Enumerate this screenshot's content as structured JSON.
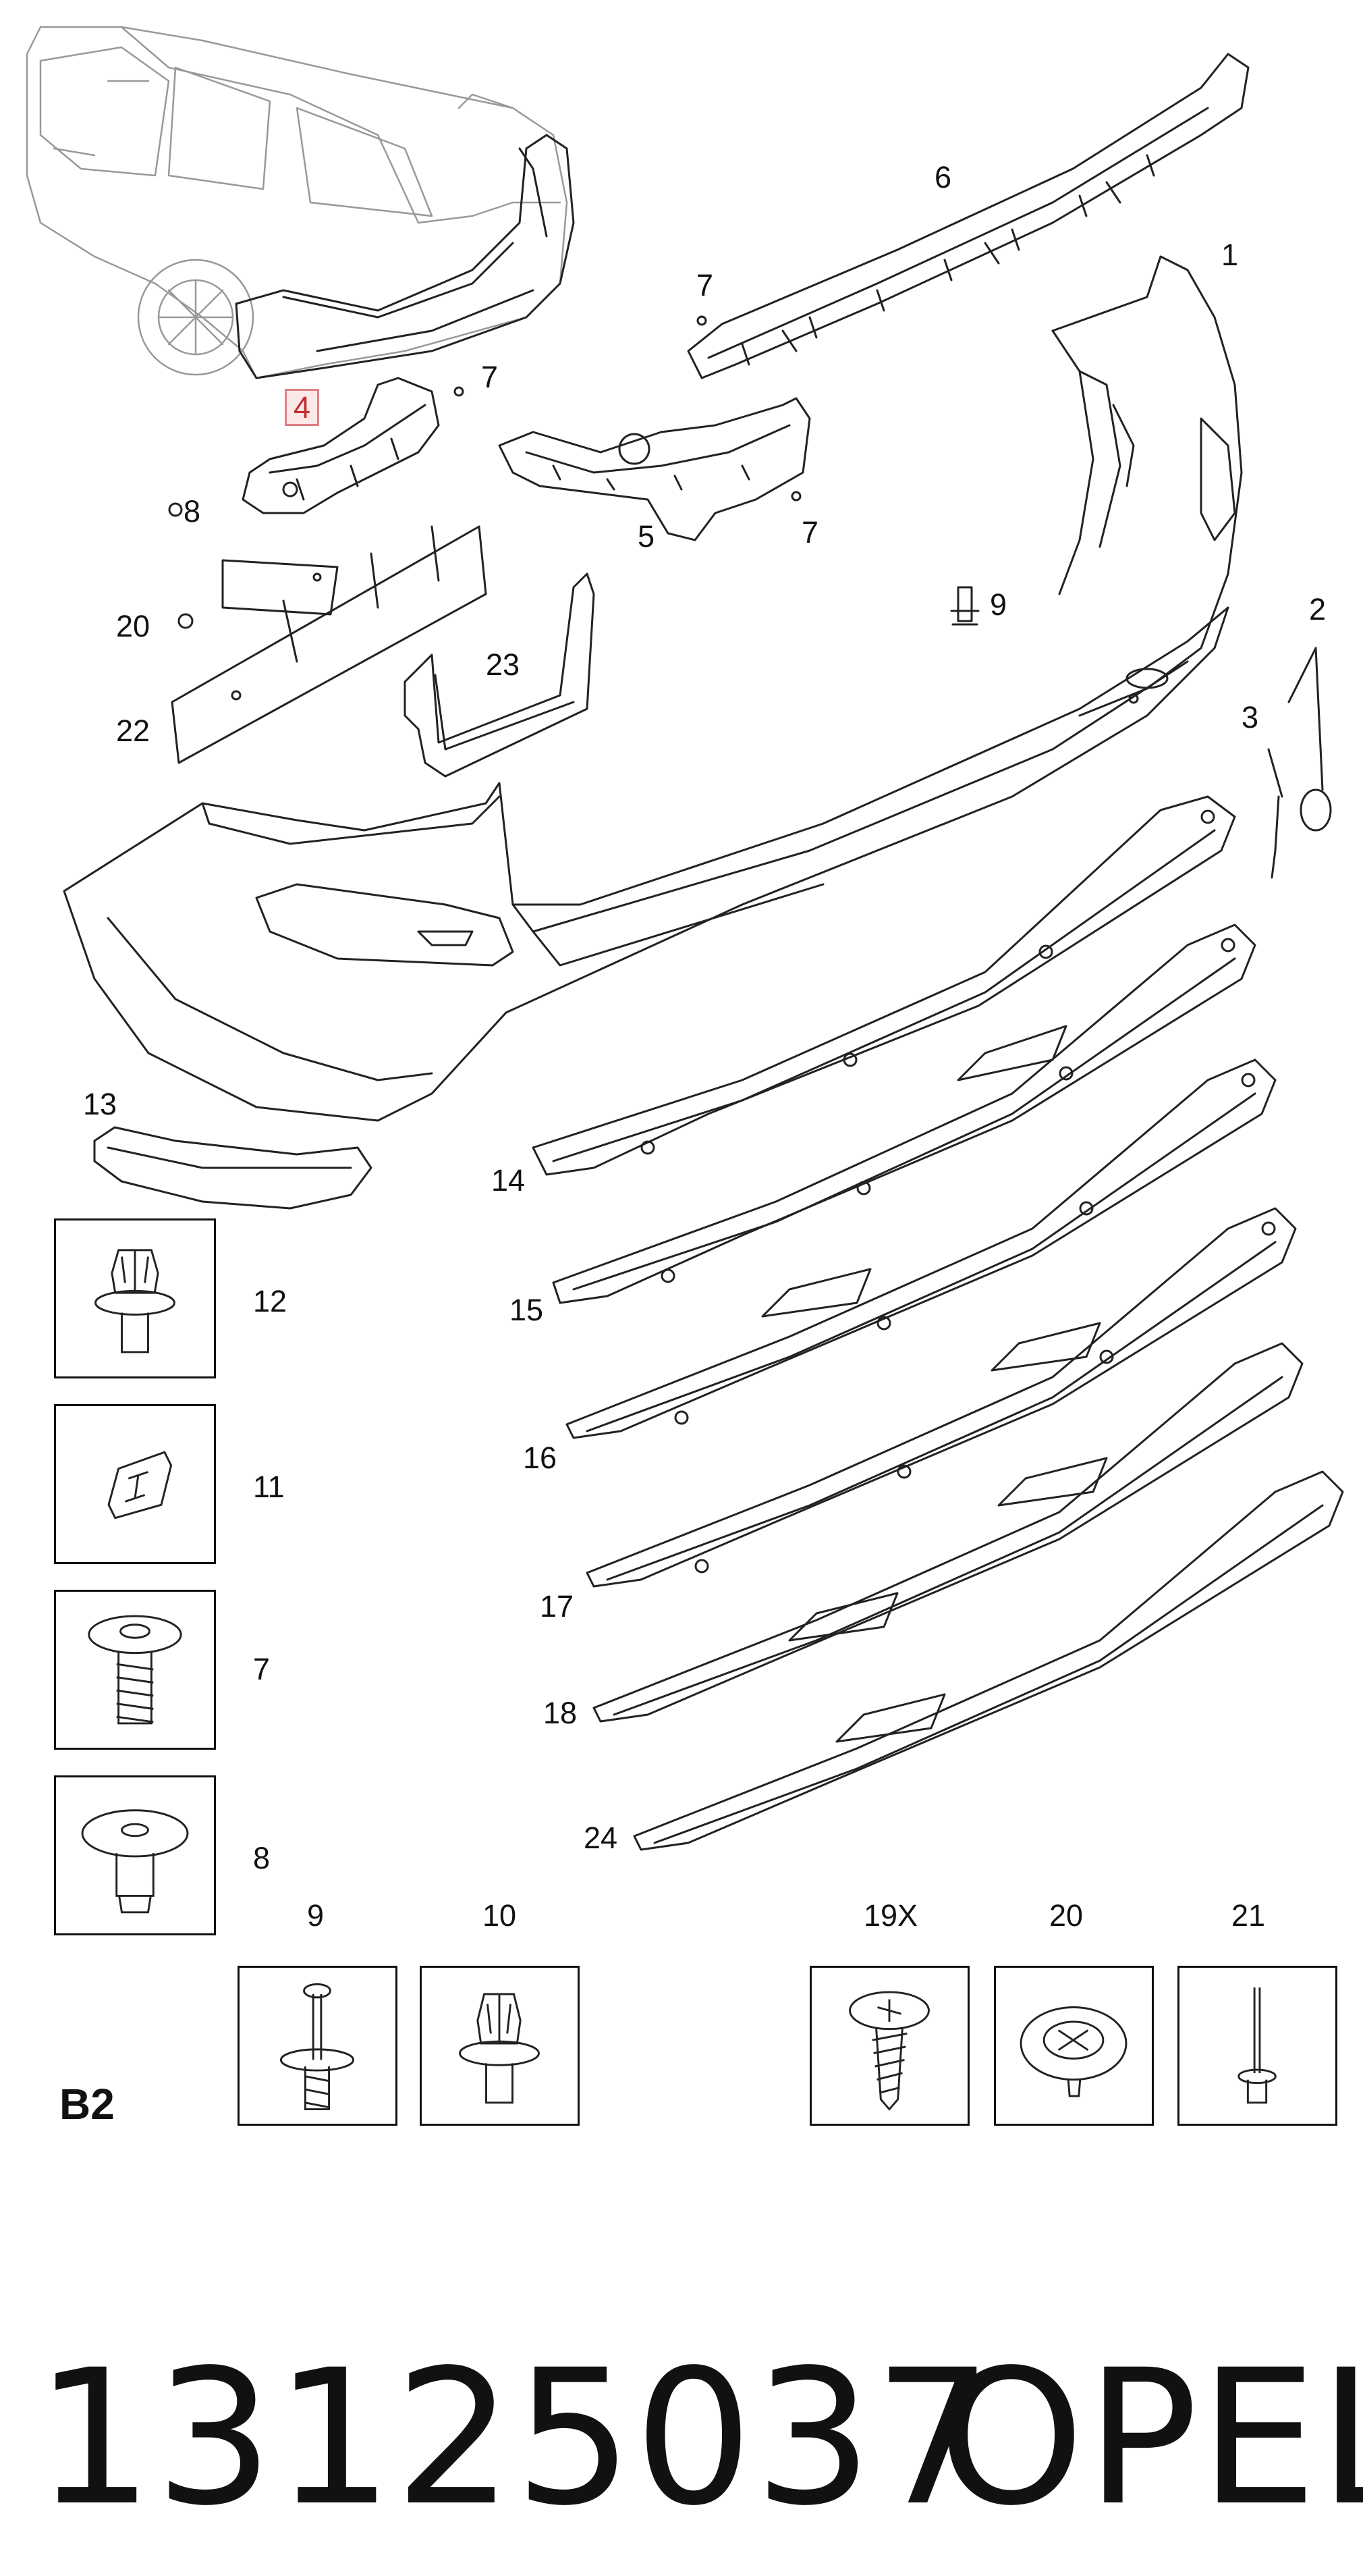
{
  "diagram": {
    "callouts": {
      "c1": "1",
      "c2": "2",
      "c3": "3",
      "c4": "4",
      "c5": "5",
      "c6": "6",
      "c7a": "7",
      "c7b": "7",
      "c7c": "7",
      "c8": "8",
      "c9": "9",
      "c13": "13",
      "c14": "14",
      "c15": "15",
      "c16": "16",
      "c17": "17",
      "c18": "18",
      "c20": "20",
      "c22": "22",
      "c23": "23",
      "c24": "24"
    },
    "fastener_boxes": {
      "b12": "12",
      "b11": "11",
      "b7": "7",
      "b8": "8",
      "b9": "9",
      "b10": "10",
      "b19": "19X",
      "b20": "20",
      "b21": "21"
    },
    "highlighted_part": "4",
    "sheet_label": "B2"
  },
  "footer": {
    "part_number": "13125037",
    "brand": "OPEL"
  },
  "colors": {
    "line": "#222222",
    "highlight_border": "#e08080",
    "highlight_fill": "#fde8e8"
  }
}
